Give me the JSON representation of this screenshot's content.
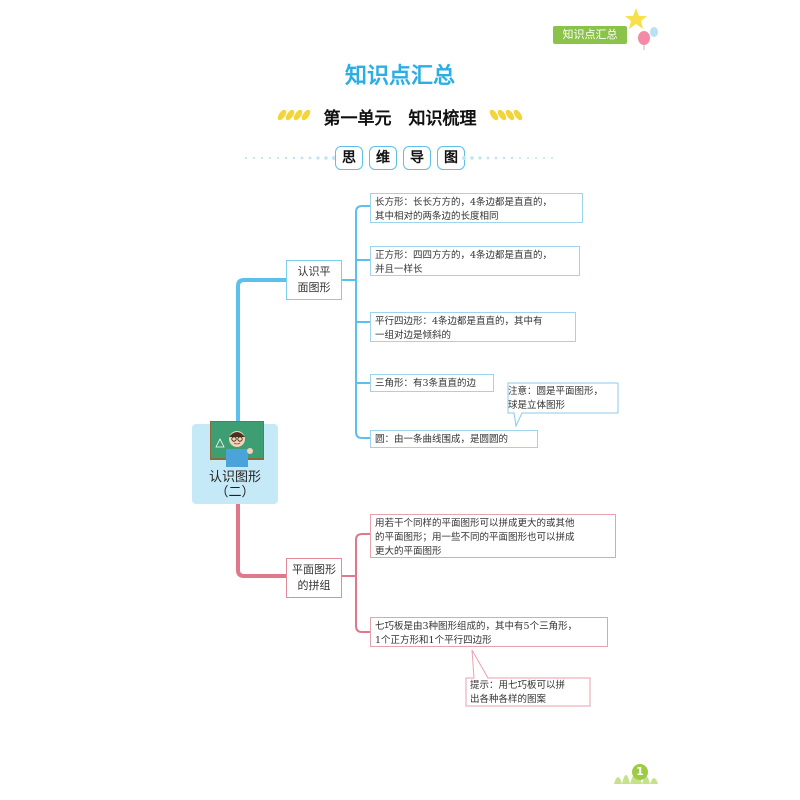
{
  "header": {
    "tag": "知识点汇总"
  },
  "main_title": "知识点汇总",
  "unit_title": "第一单元　知识梳理",
  "mindmap_title": [
    "思",
    "维",
    "导",
    "图"
  ],
  "root": {
    "line1": "认识图形",
    "line2": "（二）"
  },
  "branch1": {
    "label_line1": "认识平",
    "label_line2": "面图形",
    "items": [
      {
        "line1": "长方形：长长方方的，4条边都是直直的，",
        "line2": "其中相对的两条边的长度相同"
      },
      {
        "line1": "正方形：四四方方的，4条边都是直直的，",
        "line2": "并且一样长"
      },
      {
        "line1": "平行四边形：4条边都是直直的，其中有",
        "line2": "一组对边是倾斜的"
      },
      {
        "line1": "三角形：有3条直直的边"
      },
      {
        "line1": "圆：由一条曲线围成，是圆圆的"
      }
    ],
    "note": {
      "line1": "注意：圆是平面图形，",
      "line2": "球是立体图形"
    }
  },
  "branch2": {
    "label_line1": "平面图形",
    "label_line2": "的拼组",
    "items": [
      {
        "line1": "用若干个同样的平面图形可以拼成更大的或其他",
        "line2": "的平面图形；用一些不同的平面图形也可以拼成",
        "line3": "更大的平面图形"
      },
      {
        "line1": "七巧板是由3种图形组成的，其中有5个三角形，",
        "line2": "1个正方形和1个平行四边形"
      }
    ],
    "note": {
      "line1": "提示：用七巧板可以拼",
      "line2": "出各种各样的图案"
    }
  },
  "page_number": "1",
  "colors": {
    "blue": "#5cc0ec",
    "pink": "#e0788c",
    "title_blue": "#2aaee6",
    "green": "#8bc34a"
  }
}
